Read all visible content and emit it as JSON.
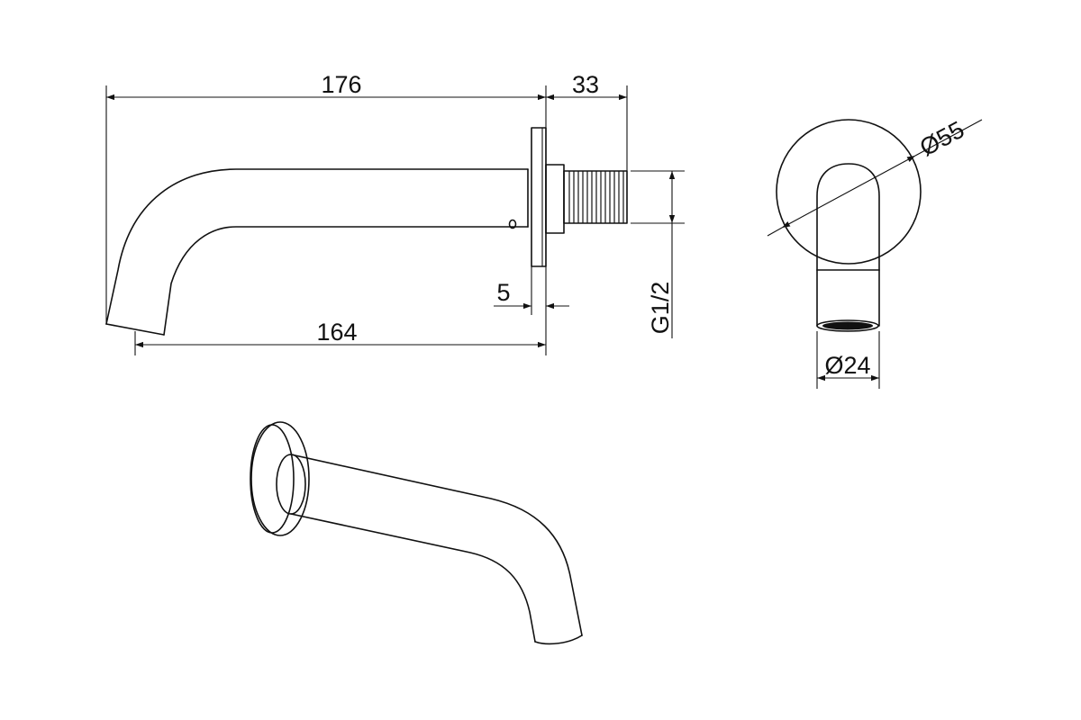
{
  "dimensions": {
    "overall_length": "176",
    "connector_length": "33",
    "spout_length": "164",
    "wall_plate_thickness": "5",
    "thread_size": "G1/2",
    "wall_plate_diameter": "Ø55",
    "outlet_diameter": "Ø24"
  },
  "colors": {
    "line": "#111111",
    "background": "#ffffff"
  }
}
